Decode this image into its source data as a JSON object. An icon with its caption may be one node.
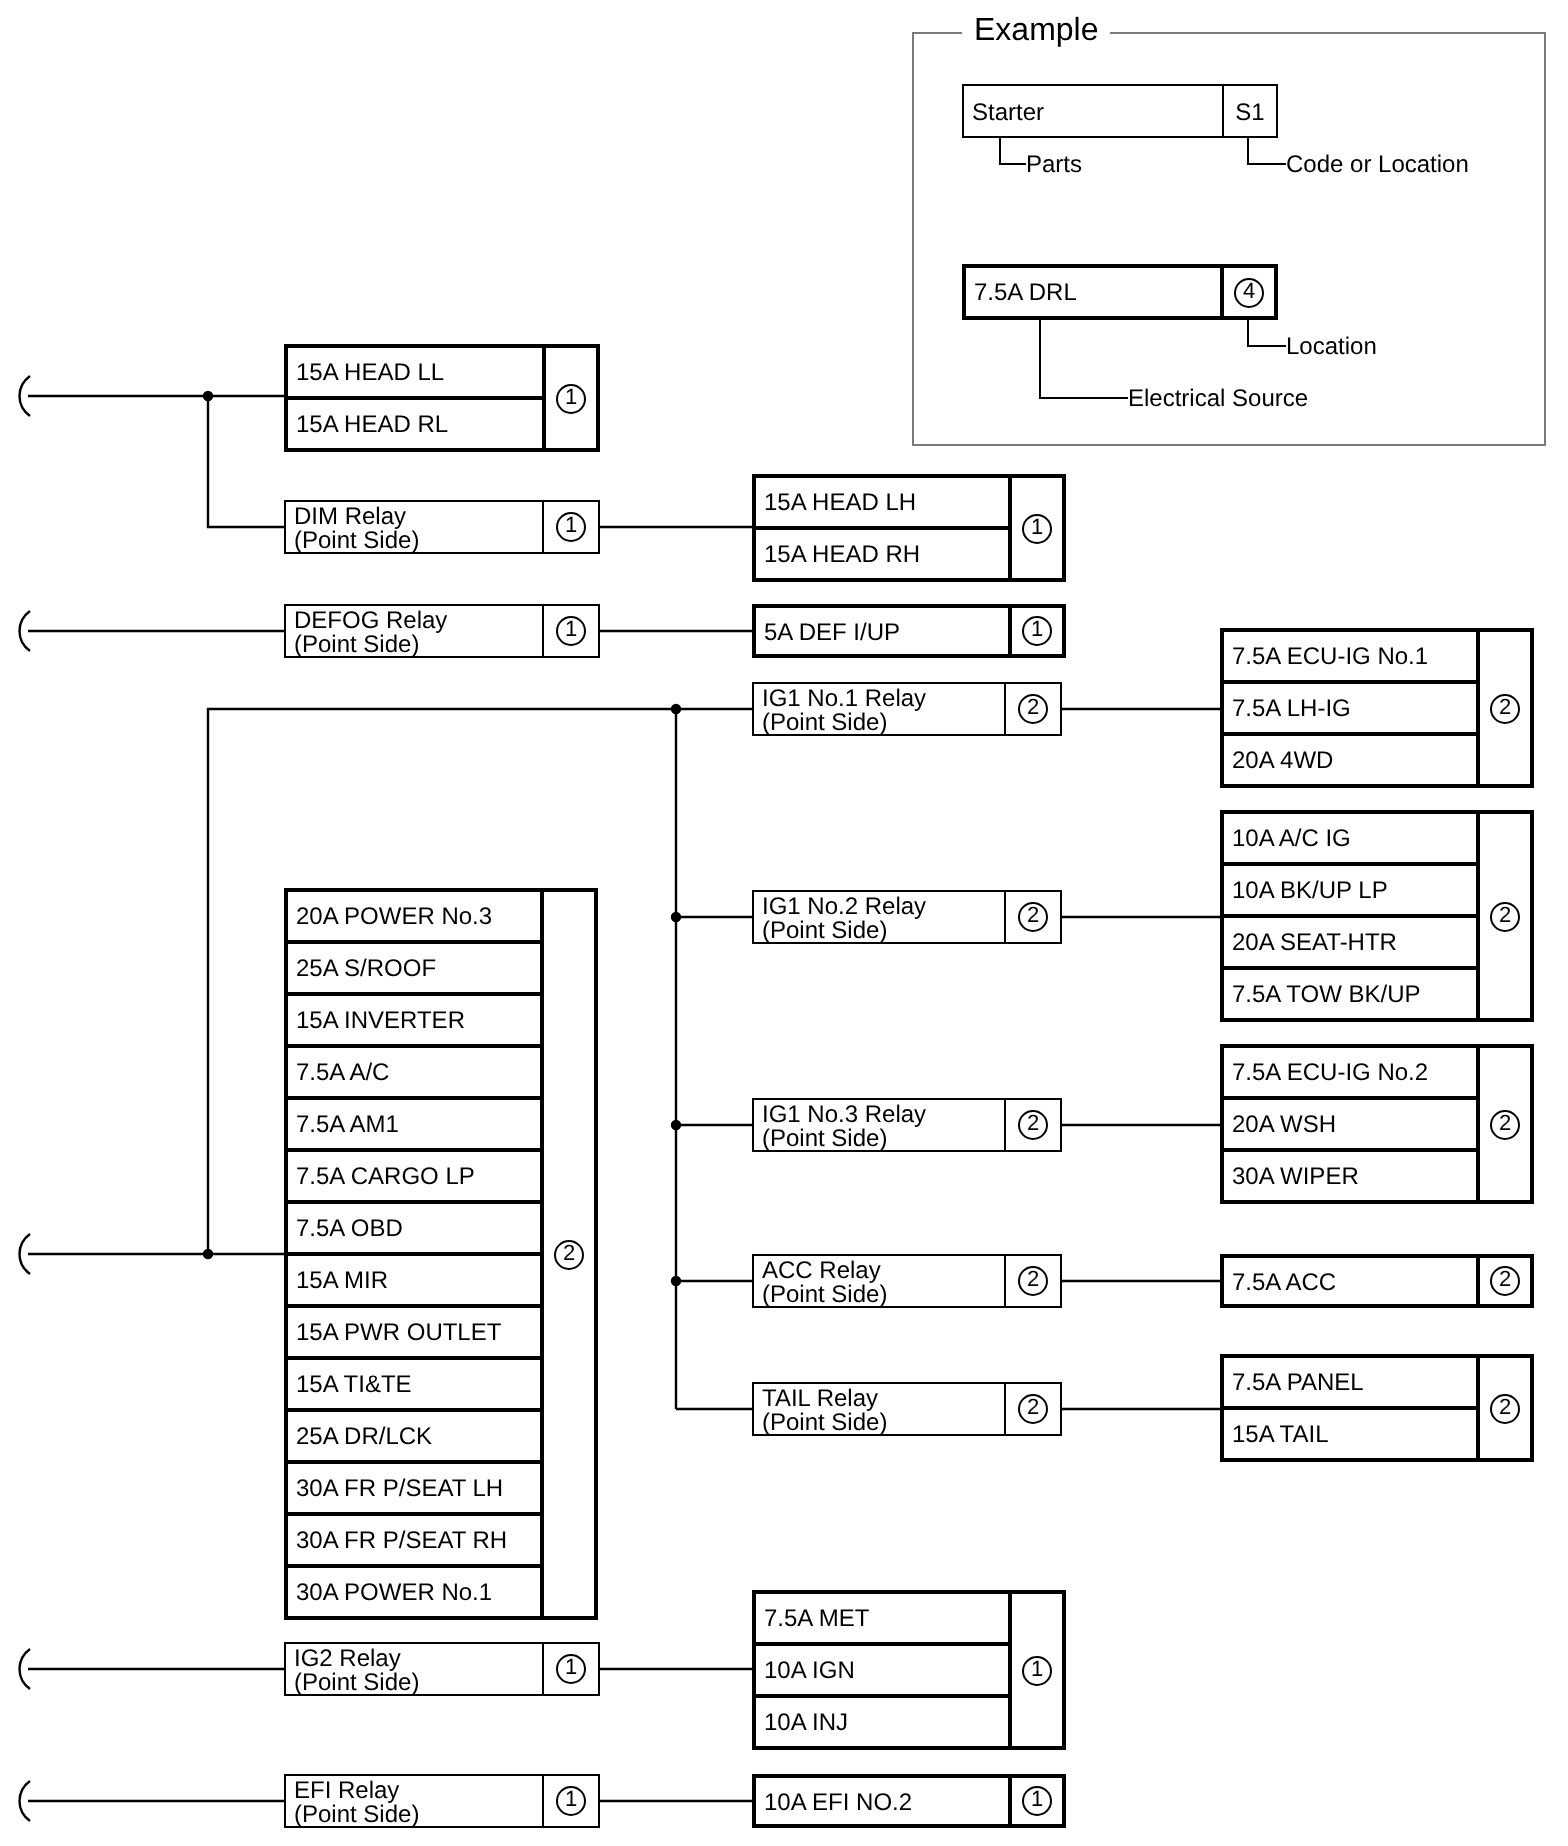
{
  "diagram": {
    "nodes": [
      {
        "text": [
          "Example"
        ]
      },
      {
        "text": [
          "Starter"
        ],
        "in": 0
      },
      {
        "text": [
          "S1"
        ],
        "in": 0
      },
      {
        "text": [
          "Parts"
        ],
        "in": 0
      },
      {
        "text": [
          "Code or Location"
        ],
        "in": 0
      },
      {
        "text": [
          "4"
        ],
        "in": 0
      },
      {
        "text": [
          "7.5A DRL"
        ],
        "in": 5
      },
      {
        "text": [
          "Location"
        ],
        "in": 0
      },
      {
        "text": [
          "Electrical Source"
        ],
        "in": 0
      },
      {
        "text": [
          "1"
        ]
      },
      {
        "text": [
          "15A HEAD LL"
        ],
        "in": 9
      },
      {
        "text": [
          "15A HEAD RL"
        ],
        "in": 9
      },
      {
        "text": [
          "DIM Relay (Point Side)",
          "1"
        ]
      },
      {
        "text": [
          "1"
        ]
      },
      {
        "text": [
          "15A HEAD LH"
        ],
        "in": 13
      },
      {
        "text": [
          "15A HEAD RH"
        ],
        "in": 13
      },
      {
        "text": [
          "DEFOG Relay (Point Side)",
          "1"
        ]
      },
      {
        "text": [
          "1"
        ]
      },
      {
        "text": [
          "5A DEF I/UP"
        ],
        "in": 17
      },
      {
        "text": [
          "IG1 No.1 Relay (Point Side)",
          "2"
        ]
      },
      {
        "text": [
          "2"
        ]
      },
      {
        "text": [
          "7.5A ECU-IG No.1"
        ],
        "in": 20
      },
      {
        "text": [
          "7.5A LH-IG"
        ],
        "in": 20
      },
      {
        "text": [
          "20A 4WD"
        ],
        "in": 20
      },
      {
        "text": [
          "IG1 No.2 Relay (Point Side)",
          "2"
        ]
      },
      {
        "text": [
          "2"
        ]
      },
      {
        "text": [
          "10A A/C IG"
        ],
        "in": 25
      },
      {
        "text": [
          "10A BK/UP LP"
        ],
        "in": 25
      },
      {
        "text": [
          "20A SEAT-HTR"
        ],
        "in": 25
      },
      {
        "text": [
          "7.5A TOW BK/UP"
        ],
        "in": 25
      },
      {
        "text": [
          "2"
        ]
      },
      {
        "text": [
          "20A POWER No.3"
        ],
        "in": 30
      },
      {
        "text": [
          "25A S/ROOF"
        ],
        "in": 30
      },
      {
        "text": [
          "15A INVERTER"
        ],
        "in": 30
      },
      {
        "text": [
          "7.5A A/C"
        ],
        "in": 30
      },
      {
        "text": [
          "7.5A AM1"
        ],
        "in": 30
      },
      {
        "text": [
          "7.5A CARGO LP"
        ],
        "in": 30
      },
      {
        "text": [
          "7.5A OBD"
        ],
        "in": 30
      },
      {
        "text": [
          "15A MIR"
        ],
        "in": 30
      },
      {
        "text": [
          "15A PWR OUTLET"
        ],
        "in": 30
      },
      {
        "text": [
          "15A TI&TE"
        ],
        "in": 30
      },
      {
        "text": [
          "25A DR/LCK"
        ],
        "in": 30
      },
      {
        "text": [
          "30A FR P/SEAT LH"
        ],
        "in": 30
      },
      {
        "text": [
          "30A FR P/SEAT RH"
        ],
        "in": 30
      },
      {
        "text": [
          "30A POWER No.1"
        ],
        "in": 30
      },
      {
        "text": [
          "IG1 No.3 Relay (Point Side)",
          "2"
        ]
      },
      {
        "text": [
          "2"
        ]
      },
      {
        "text": [
          "7.5A ECU-IG No.2"
        ],
        "in": 46
      },
      {
        "text": [
          "20A WSH"
        ],
        "in": 46
      },
      {
        "text": [
          "30A WIPER"
        ],
        "in": 46
      },
      {
        "text": [
          "ACC Relay (Point Side)",
          "2"
        ]
      },
      {
        "text": [
          "2"
        ]
      },
      {
        "text": [
          "7.5A ACC"
        ],
        "in": 51
      },
      {
        "text": [
          "TAIL Relay (Point Side)",
          "2"
        ]
      },
      {
        "text": [
          "2"
        ]
      },
      {
        "text": [
          "7.5A PANEL"
        ],
        "in": 54
      },
      {
        "text": [
          "15A TAIL"
        ],
        "in": 54
      },
      {
        "text": [
          "IG2 Relay (Point Side)",
          "1"
        ]
      },
      {
        "text": [
          "1"
        ]
      },
      {
        "text": [
          "7.5A MET"
        ],
        "in": 58
      },
      {
        "text": [
          "10A IGN"
        ],
        "in": 58
      },
      {
        "text": [
          "10A INJ"
        ],
        "in": 58
      },
      {
        "text": [
          "EFI Relay (Point Side)",
          "1"
        ]
      },
      {
        "text": [
          "1"
        ]
      },
      {
        "text": [
          "10A EFI NO.2"
        ],
        "in": 63
      }
    ],
    "edges": [
      {
        "from": 3,
        "to": 1,
        "arrow": "none"
      },
      {
        "from": 4,
        "to": 2,
        "arrow": "none"
      },
      {
        "from": 7,
        "to": 5,
        "arrow": "none"
      },
      {
        "from": 8,
        "to": 6,
        "arrow": "none"
      },
      {
        "from": null,
        "to": 9,
        "arrow": "none"
      },
      {
        "from": null,
        "to": 12,
        "arrow": "none"
      },
      {
        "from": 12,
        "to": 13,
        "arrow": "none"
      },
      {
        "from": null,
        "to": 16,
        "arrow": "none"
      },
      {
        "from": 16,
        "to": 17,
        "arrow": "none"
      },
      {
        "from": null,
        "to": 30,
        "arrow": "none"
      },
      {
        "from": null,
        "to": 19,
        "arrow": "none"
      },
      {
        "from": null,
        "to": 24,
        "arrow": "none"
      },
      {
        "from": null,
        "to": 45,
        "arrow": "none"
      },
      {
        "from": null,
        "to": 50,
        "arrow": "none"
      },
      {
        "from": null,
        "to": 53,
        "arrow": "none"
      },
      {
        "from": 19,
        "to": 20,
        "arrow": "none"
      },
      {
        "from": 24,
        "to": 25,
        "arrow": "none"
      },
      {
        "from": 45,
        "to": 46,
        "arrow": "none"
      },
      {
        "from": 50,
        "to": 51,
        "arrow": "none"
      },
      {
        "from": 53,
        "to": 54,
        "arrow": "none"
      },
      {
        "from": null,
        "to": 57,
        "arrow": "none"
      },
      {
        "from": 57,
        "to": 58,
        "arrow": "none"
      },
      {
        "from": null,
        "to": 62,
        "arrow": "none"
      },
      {
        "from": 62,
        "to": 63,
        "arrow": "none"
      }
    ]
  }
}
